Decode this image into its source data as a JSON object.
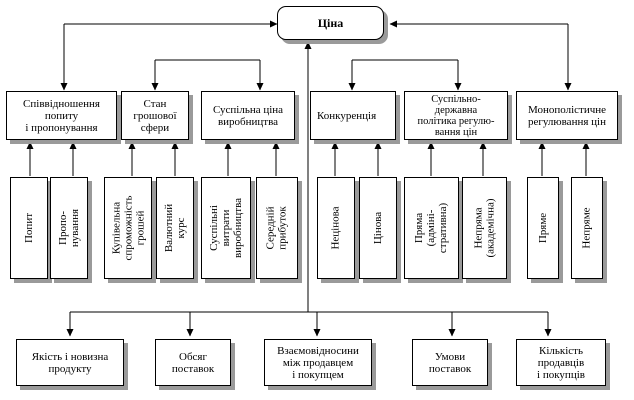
{
  "root": {
    "label": "Ціна"
  },
  "top_groups": [
    {
      "label": "Співвідношення\nпопиту\nі пропонування",
      "children": [
        "Попит",
        "Пропо-\nнування"
      ]
    },
    {
      "label": "Стан\nгрошової\nсфери",
      "children": [
        "Купівельна\nспроможність\nгрошей",
        "Валютний\nкурс"
      ]
    },
    {
      "label": "Суспільна ціна\nвиробництва",
      "children": [
        "Суспільні\nвитрати\nвиробництва",
        "Середній\nприбуток"
      ]
    },
    {
      "label": "Конкуренція",
      "children": [
        "Нецінова",
        "Цінова"
      ]
    },
    {
      "label": "Суспільно-\nдержавна\nполітика регулю-\nвання цін",
      "children": [
        "Пряма\n(адміні-\nстративна)",
        "Непряма\n(академічна)"
      ]
    },
    {
      "label": "Монополістичне\nрегулювання цін",
      "children": [
        "Пряме",
        "Непряме"
      ]
    }
  ],
  "bottom_factors": [
    "Якість і новизна\nпродукту",
    "Обсяг\nпоставок",
    "Взаємовідносини\nміж продавцем\nі покупцем",
    "Умови\nпоставок",
    "Кількість\nпродавців\nі покупців"
  ]
}
